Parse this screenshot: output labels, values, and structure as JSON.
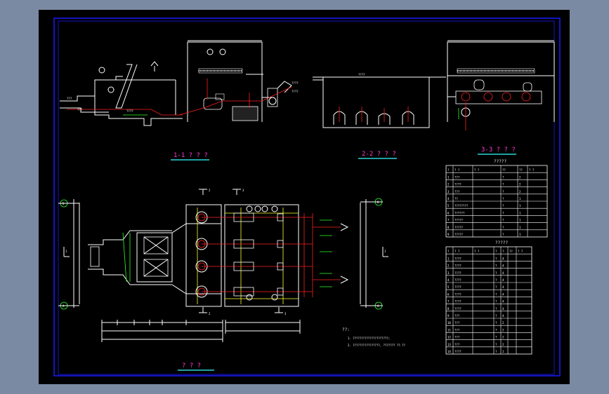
{
  "titles": {
    "section_1_1": "1-1 ? ? ?",
    "section_2_2": "2-2 ? ? ?",
    "section_3_3": "3-3 ? ? ?",
    "plan": "? ? ?"
  },
  "section_marks": {
    "t2_top": "2",
    "t3_top": "3",
    "t2_bot": "2",
    "t3_bot": "3",
    "left_1": "1",
    "right_1": "1"
  },
  "axis_marks": {
    "a_top": "A",
    "a_bot": "A",
    "b_top": "B",
    "b_bot": "B"
  },
  "table_1": {
    "title": "?????",
    "header": [
      "?",
      "? ?",
      "? ?",
      "??",
      "??",
      "? ?"
    ],
    "rows": [
      [
        "1",
        "???",
        "",
        "?",
        "2",
        ""
      ],
      [
        "2",
        "????",
        "",
        "?",
        "2",
        ""
      ],
      [
        "3",
        "???",
        "",
        "?",
        "2",
        ""
      ],
      [
        "4",
        "??",
        "",
        "?",
        "1",
        ""
      ],
      [
        "5",
        "????????",
        "",
        "?",
        "1",
        ""
      ],
      [
        "6",
        "??????",
        "",
        "?",
        "1",
        ""
      ],
      [
        "7",
        "?????",
        "",
        "?",
        "1",
        ""
      ],
      [
        "8",
        "?????",
        "",
        "?",
        "1",
        ""
      ],
      [
        "9",
        "?????",
        "",
        "?",
        "1",
        ""
      ]
    ]
  },
  "table_2": {
    "title": "?????",
    "header": [
      "?",
      "? ?",
      "? ?",
      "?",
      "?",
      "??",
      "? ?"
    ],
    "rows": [
      [
        "1",
        "????",
        "",
        "?",
        "4",
        "",
        ""
      ],
      [
        "2",
        "????",
        "",
        "?",
        "4",
        "",
        ""
      ],
      [
        "3",
        "????",
        "",
        "?",
        "4",
        "",
        ""
      ],
      [
        "4",
        "????",
        "",
        "?",
        "4",
        "",
        ""
      ],
      [
        "5",
        "????",
        "",
        "?",
        "4",
        "",
        ""
      ],
      [
        "6",
        "????",
        "",
        "?",
        "4",
        "",
        ""
      ],
      [
        "7",
        "????",
        "",
        "?",
        "4",
        "",
        ""
      ],
      [
        "8",
        "????",
        "",
        "?",
        "4",
        "",
        ""
      ],
      [
        "9",
        "???",
        "",
        "?",
        "4",
        "",
        ""
      ],
      [
        "10",
        "???",
        "",
        "?",
        "2",
        "",
        ""
      ],
      [
        "11",
        "???",
        "",
        "?",
        "2",
        "",
        ""
      ],
      [
        "12",
        "???",
        "",
        "?",
        "2",
        "",
        ""
      ],
      [
        "13",
        "???",
        "",
        "?",
        "2",
        "",
        ""
      ],
      [
        "14",
        "????",
        "",
        "?",
        "1",
        "",
        ""
      ]
    ]
  },
  "notes": {
    "heading": "??:",
    "line1": "1. ?????????????????????;",
    "line2": "2. ????????????????,  ???????  ??.??"
  },
  "colors": {
    "background": "#7b8aa3",
    "sheet": "#000000",
    "border": "#1a1aff",
    "title": "#ff3bd2",
    "pipe_red": "#ff2020",
    "green": "#2aff2a",
    "yellow": "#ffff33",
    "cyan": "#33ffff"
  }
}
